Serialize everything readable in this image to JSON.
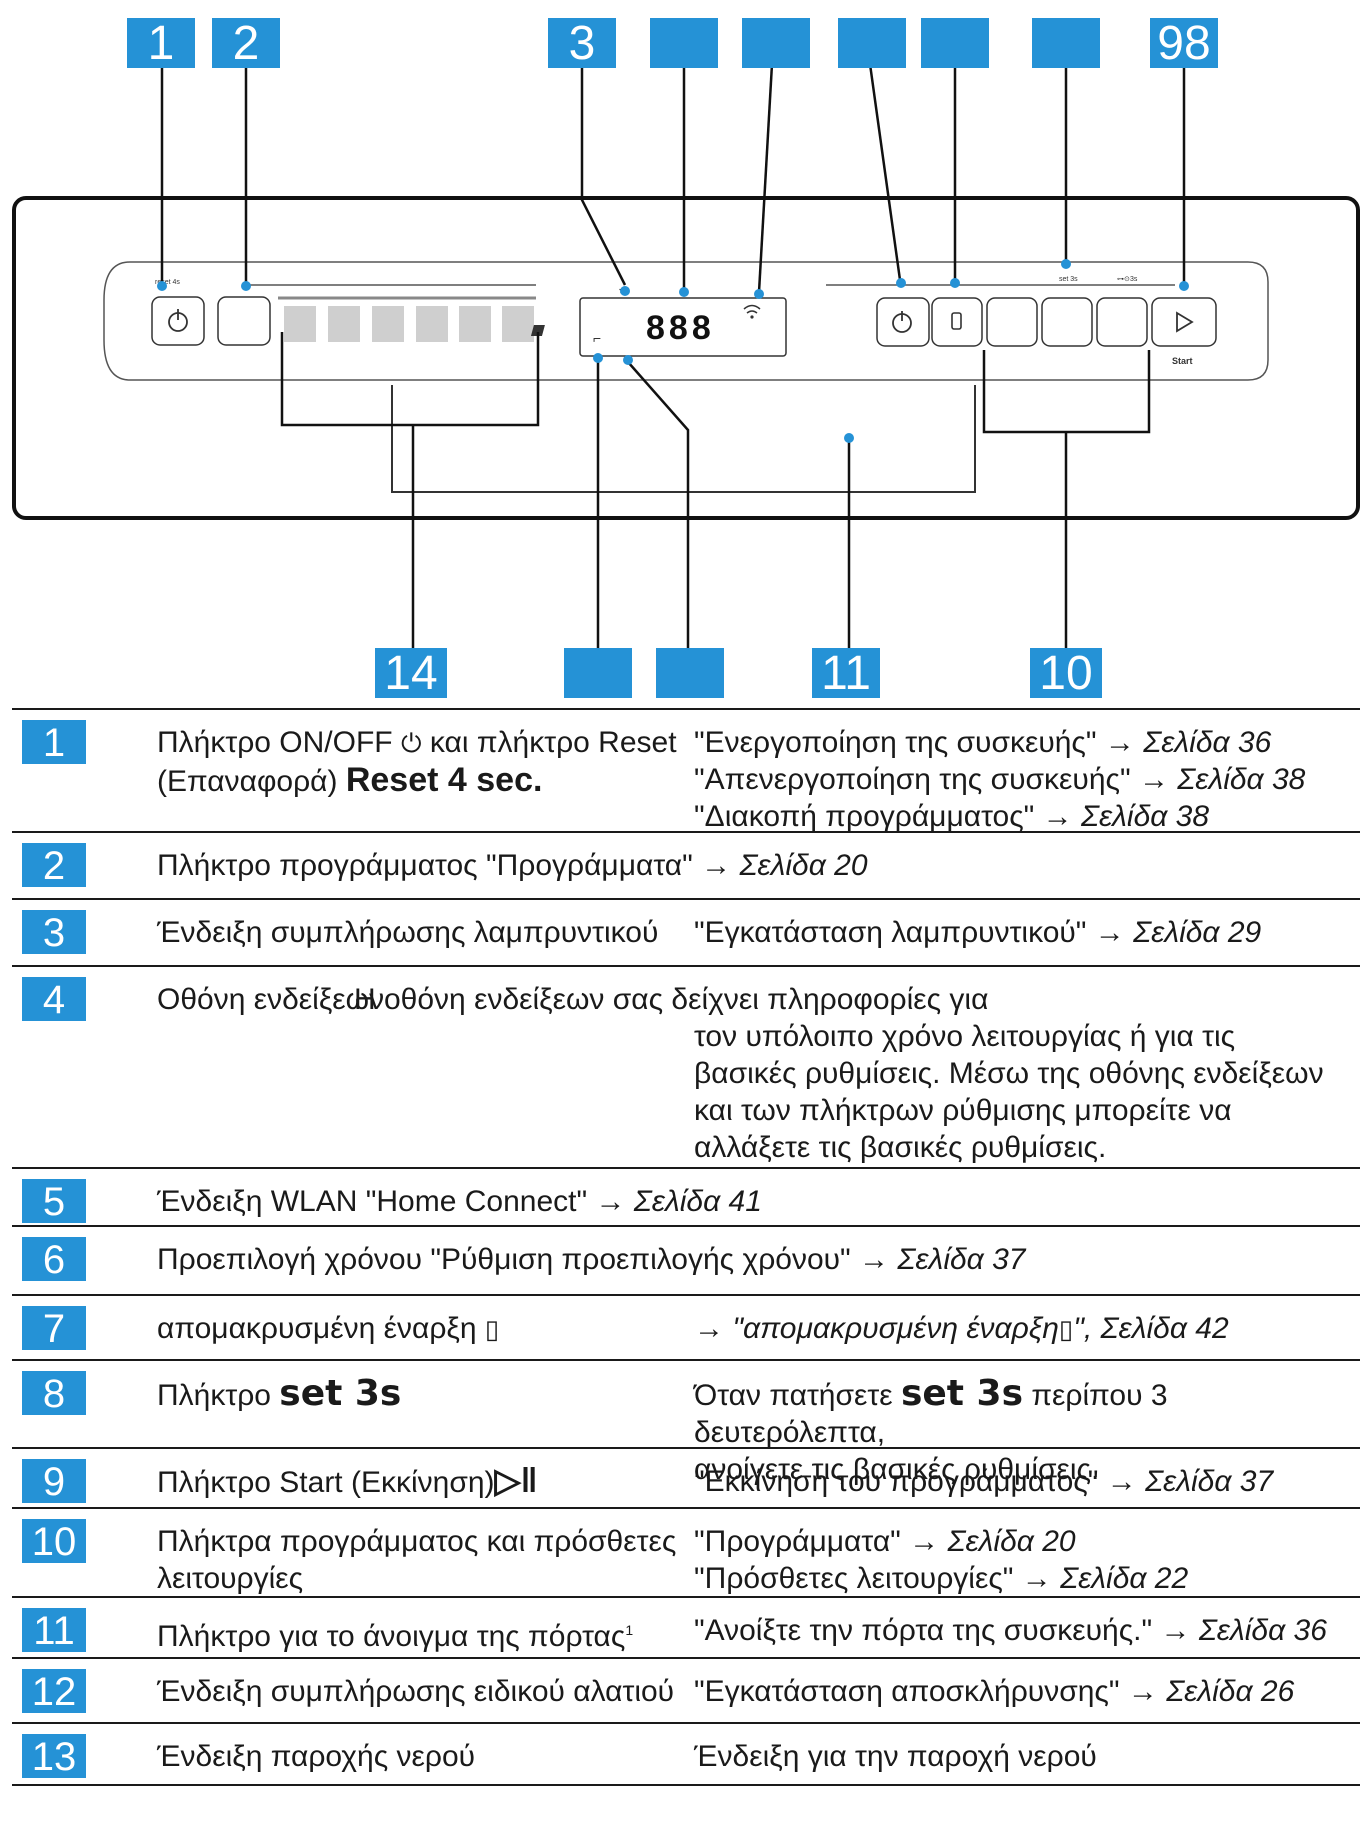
{
  "diagram": {
    "callouts_top": [
      "1",
      "2",
      "3",
      "",
      "",
      "",
      "",
      "",
      "98"
    ],
    "callouts_bottom": [
      "14",
      "",
      "",
      "11",
      "10"
    ],
    "panel": {
      "reset_label": "reset 4s",
      "display_digits": "888",
      "set_label": "set 3s",
      "timer_label": "3s",
      "start_label": "Start"
    }
  },
  "legend": {
    "rows": [
      {
        "num": "1",
        "left_a": "Πλήκτρο ON/OFF",
        "left_b": "και πλήκτρο Reset",
        "left_c": "(Επαναφορά)",
        "left_reset": "Reset 4 sec.",
        "right": [
          {
            "text": "\"Ενεργοποίηση της συσκευής\" → ",
            "page": "Σελίδα 36"
          },
          {
            "text": "\"Απενεργοποίηση της συσκευής\" → ",
            "page": "Σελίδα 38"
          },
          {
            "text": "\"Διακοπή προγράμματος\" → ",
            "page": "Σελίδα 38"
          }
        ]
      },
      {
        "num": "2",
        "text": "Πλήκτρο προγράμματος \"Προγράμματα\" → ",
        "page": "Σελίδα 20"
      },
      {
        "num": "3",
        "left": "Ένδειξη συμπλήρωσης λαμπρυντικού",
        "right": "\"Εγκατάσταση λαμπρυντικού\" → ",
        "page": "Σελίδα 29"
      },
      {
        "num": "4",
        "left": "Οθόνη ενδείξεων",
        "right_line1": "Η οθόνη ενδείξεων σας δείχνει πληροφορίες για",
        "right_rest": "τον υπόλοιπο χρόνο λειτουργίας ή για τις βασικές ρυθμίσεις. Μέσω της οθόνης ενδείξεων και των πλήκτρων ρύθμισης μπορείτε να αλλάξετε τις βασικές ρυθμίσεις."
      },
      {
        "num": "5",
        "text": "Ένδειξη WLAN \"Home Connect\" → ",
        "page": "Σελίδα 41"
      },
      {
        "num": "6",
        "text": "Προεπιλογή χρόνου \"Ρύθμιση προεπιλογής χρόνου\" → ",
        "page": "Σελίδα 37"
      },
      {
        "num": "7",
        "left": "απομακρυσμένη έναρξη",
        "right_it": "→ \"απομακρυσμένη έναρξη",
        "right_it2": "\"",
        "page": ", Σελίδα 42"
      },
      {
        "num": "8",
        "left": "Πλήκτρο",
        "left_set": "set 3s",
        "right_a": "Όταν πατήσετε",
        "right_set": "set 3s",
        "right_b": "περίπου 3 δευτερόλεπτα,",
        "right_c": "ανοίγετε τις βασικές ρυθμίσεις."
      },
      {
        "num": "9",
        "left": "Πλήκτρο Start (Εκκίνηση)",
        "left_glyph": "▷ǁ",
        "right": "\"Εκκίνηση του προγράμματος\" → ",
        "page": "Σελίδα 37"
      },
      {
        "num": "10",
        "left": "Πλήκτρα προγράμματος και πρόσθετες λειτουργίες",
        "right": [
          {
            "text": "\"Προγράμματα\" → ",
            "page": "Σελίδα 20"
          },
          {
            "text": "\"Πρόσθετες λειτουργίες\" → ",
            "page": "Σελίδα 22"
          }
        ]
      },
      {
        "num": "11",
        "left": "Πλήκτρο για το άνοιγμα της πόρτας",
        "sup": "1",
        "right": "\"Ανοίξτε την πόρτα της συσκευής.\" → ",
        "page": "Σελίδα 36"
      },
      {
        "num": "12",
        "left": "Ένδειξη συμπλήρωσης ειδικού αλατιού",
        "right": "\"Εγκατάσταση αποσκλήρυνσης\" → ",
        "page": "Σελίδα 26"
      },
      {
        "num": "13",
        "left": "Ένδειξη παροχής νερού",
        "right": "Ένδειξη για την παροχή νερού"
      }
    ]
  }
}
